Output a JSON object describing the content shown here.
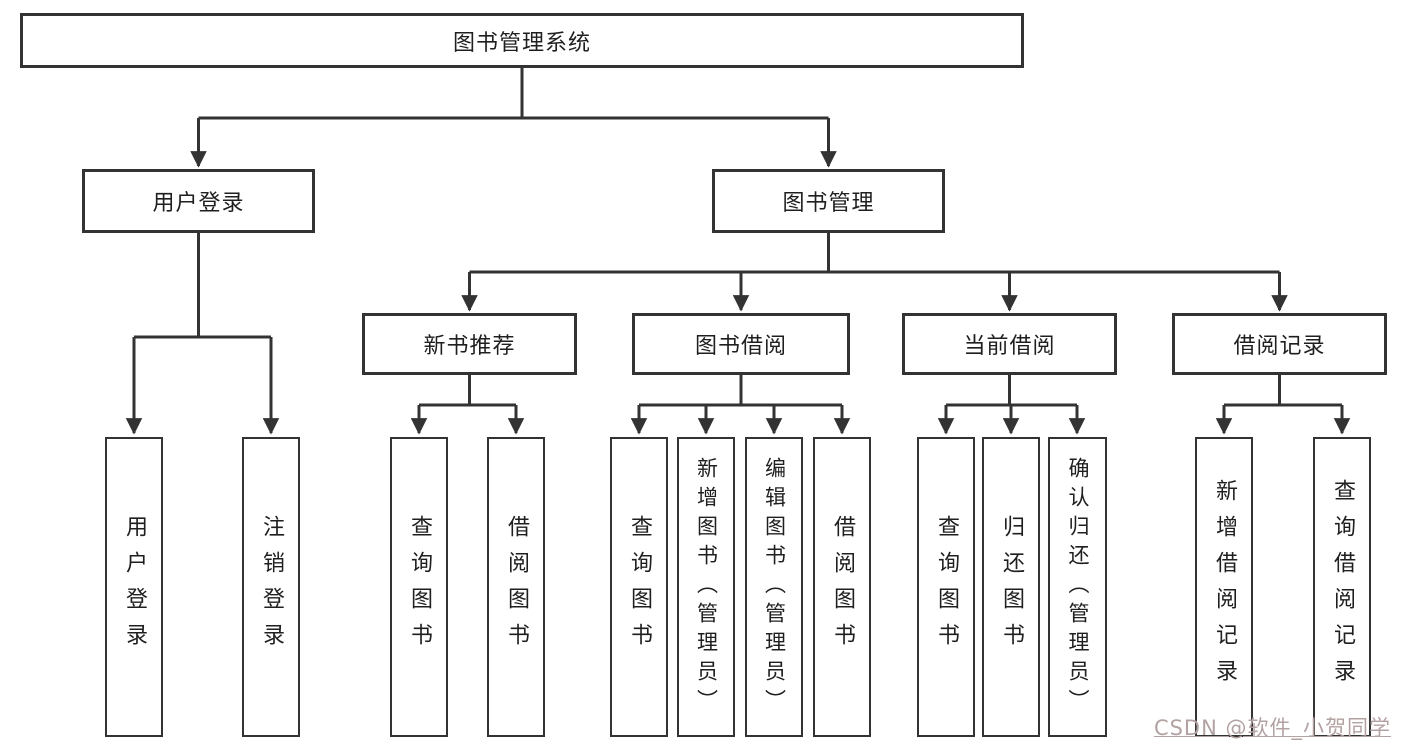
{
  "diagram_title": "图书管理系统",
  "colors": {
    "line": "#333333",
    "box_border": "#333333",
    "text": "#1f1f1f",
    "background": "#ffffff",
    "watermark": "#b3a2a2"
  },
  "nodes": {
    "root": "图书管理系统",
    "user_login": "用户登录",
    "book_management": "图书管理",
    "new_book_recommend": "新书推荐",
    "book_borrowing": "图书借阅",
    "current_borrowing": "当前借阅",
    "borrowing_records": "借阅记录",
    "leaf_user_login": "用户登录",
    "leaf_logout": "注销登录",
    "leaf_recommend_query_books": "查询图书",
    "leaf_recommend_borrow_books": "借阅图书",
    "leaf_borrowing_query_books": "查询图书",
    "leaf_borrowing_add_books": "新增图书（管理员）",
    "leaf_borrowing_edit_books": "编辑图书（管理员）",
    "leaf_borrowing_borrow_books": "借阅图书",
    "leaf_current_query_books": "查询图书",
    "leaf_current_return_books": "归还图书",
    "leaf_current_confirm_return": "确认归还（管理员）",
    "leaf_records_add_record": "新增借阅记录",
    "leaf_records_query_record": "查询借阅记录"
  },
  "watermark": {
    "text": "CSDN @软件_小贺同学"
  }
}
